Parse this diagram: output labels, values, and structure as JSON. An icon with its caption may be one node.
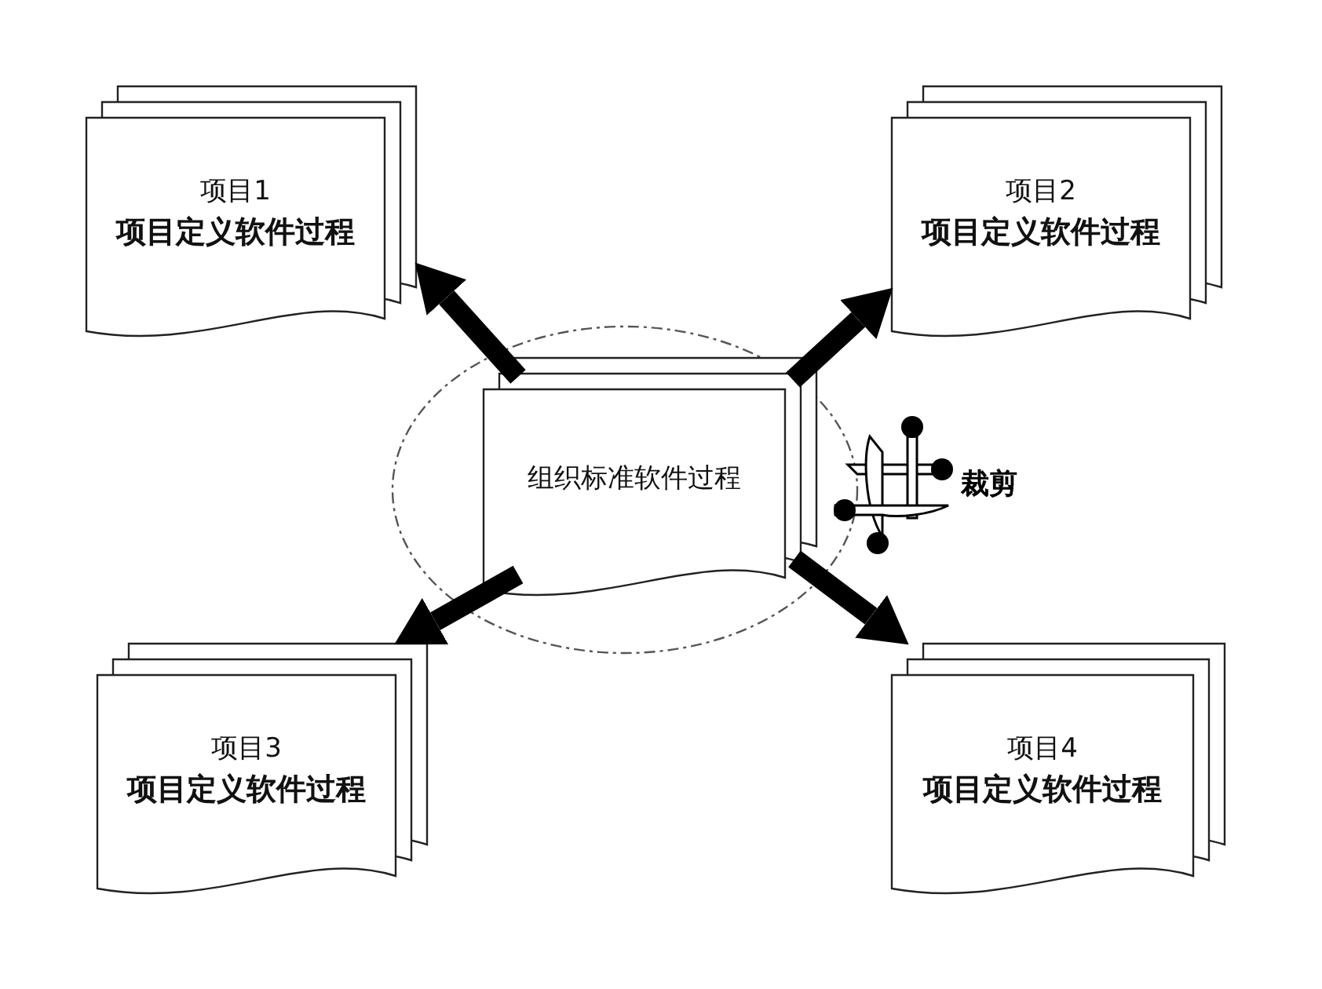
{
  "diagram": {
    "nodes": [
      {
        "text": [
          "项目1",
          "项目定义软件过程"
        ]
      },
      {
        "text": [
          "项目2",
          "项目定义软件过程"
        ]
      },
      {
        "text": [
          "组织标准软件过程"
        ]
      },
      {
        "text": [
          "项目3",
          "项目定义软件过程"
        ]
      },
      {
        "text": [
          "项目4",
          "项目定义软件过程"
        ]
      }
    ],
    "edges": [
      {
        "from": 2,
        "to": 0,
        "arrow": "to"
      },
      {
        "from": 2,
        "to": 1,
        "arrow": "to"
      },
      {
        "from": 2,
        "to": 3,
        "arrow": "to"
      },
      {
        "from": 2,
        "to": 4,
        "arrow": "to"
      }
    ],
    "labels": [
      "裁剪"
    ]
  }
}
